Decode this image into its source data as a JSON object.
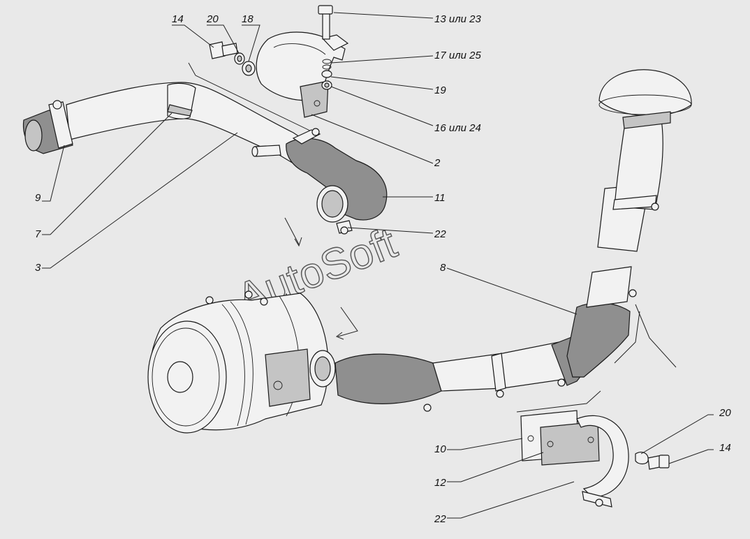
{
  "watermark": "AutoSoft",
  "callouts": [
    {
      "id": "c14a",
      "text": "14"
    },
    {
      "id": "c20a",
      "text": "20"
    },
    {
      "id": "c18",
      "text": "18"
    },
    {
      "id": "c13",
      "text": "13 или 23"
    },
    {
      "id": "c17",
      "text": "17 или 25"
    },
    {
      "id": "c19",
      "text": "19"
    },
    {
      "id": "c16",
      "text": "16 или 24"
    },
    {
      "id": "c2",
      "text": "2"
    },
    {
      "id": "c11",
      "text": "11"
    },
    {
      "id": "c22a",
      "text": "22"
    },
    {
      "id": "c9",
      "text": "9"
    },
    {
      "id": "c7",
      "text": "7"
    },
    {
      "id": "c3",
      "text": "3"
    },
    {
      "id": "c8",
      "text": "8"
    },
    {
      "id": "c20b",
      "text": "20"
    },
    {
      "id": "c14b",
      "text": "14"
    },
    {
      "id": "c10",
      "text": "10"
    },
    {
      "id": "c12",
      "text": "12"
    },
    {
      "id": "c22b",
      "text": "22"
    }
  ],
  "parts": [
    {
      "name": "intake-pipe",
      "color": "#f2f2f2"
    },
    {
      "name": "rubber-hose",
      "color": "#8f8f8f"
    },
    {
      "name": "air-filter-housing",
      "color": "#f2f2f2"
    }
  ]
}
